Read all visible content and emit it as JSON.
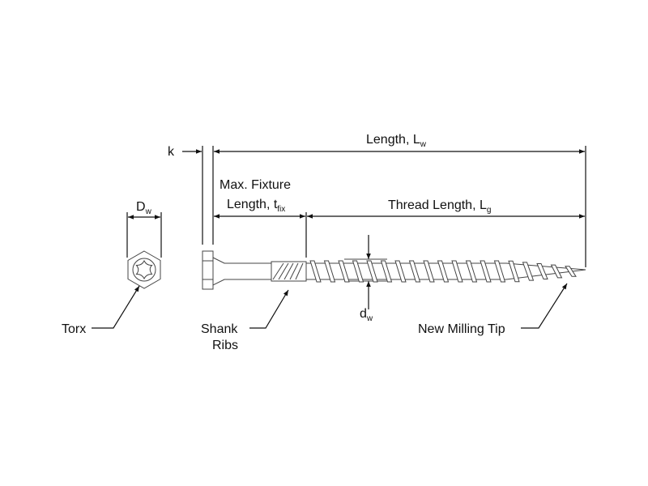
{
  "labels": {
    "k": "k",
    "length": "Length, L",
    "length_sub": "w",
    "fixture_line1": "Max. Fixture",
    "fixture_line2": "Length, t",
    "fixture_sub": "fix",
    "thread": "Thread Length, L",
    "thread_sub": "g",
    "head_dia": "D",
    "head_dia_sub": "w",
    "thread_dia": "d",
    "thread_dia_sub": "w",
    "torx": "Torx",
    "shank_line1": "Shank",
    "shank_line2": "Ribs",
    "tip": "New Milling Tip"
  },
  "colors": {
    "line": "#111111",
    "part": "#444444"
  }
}
